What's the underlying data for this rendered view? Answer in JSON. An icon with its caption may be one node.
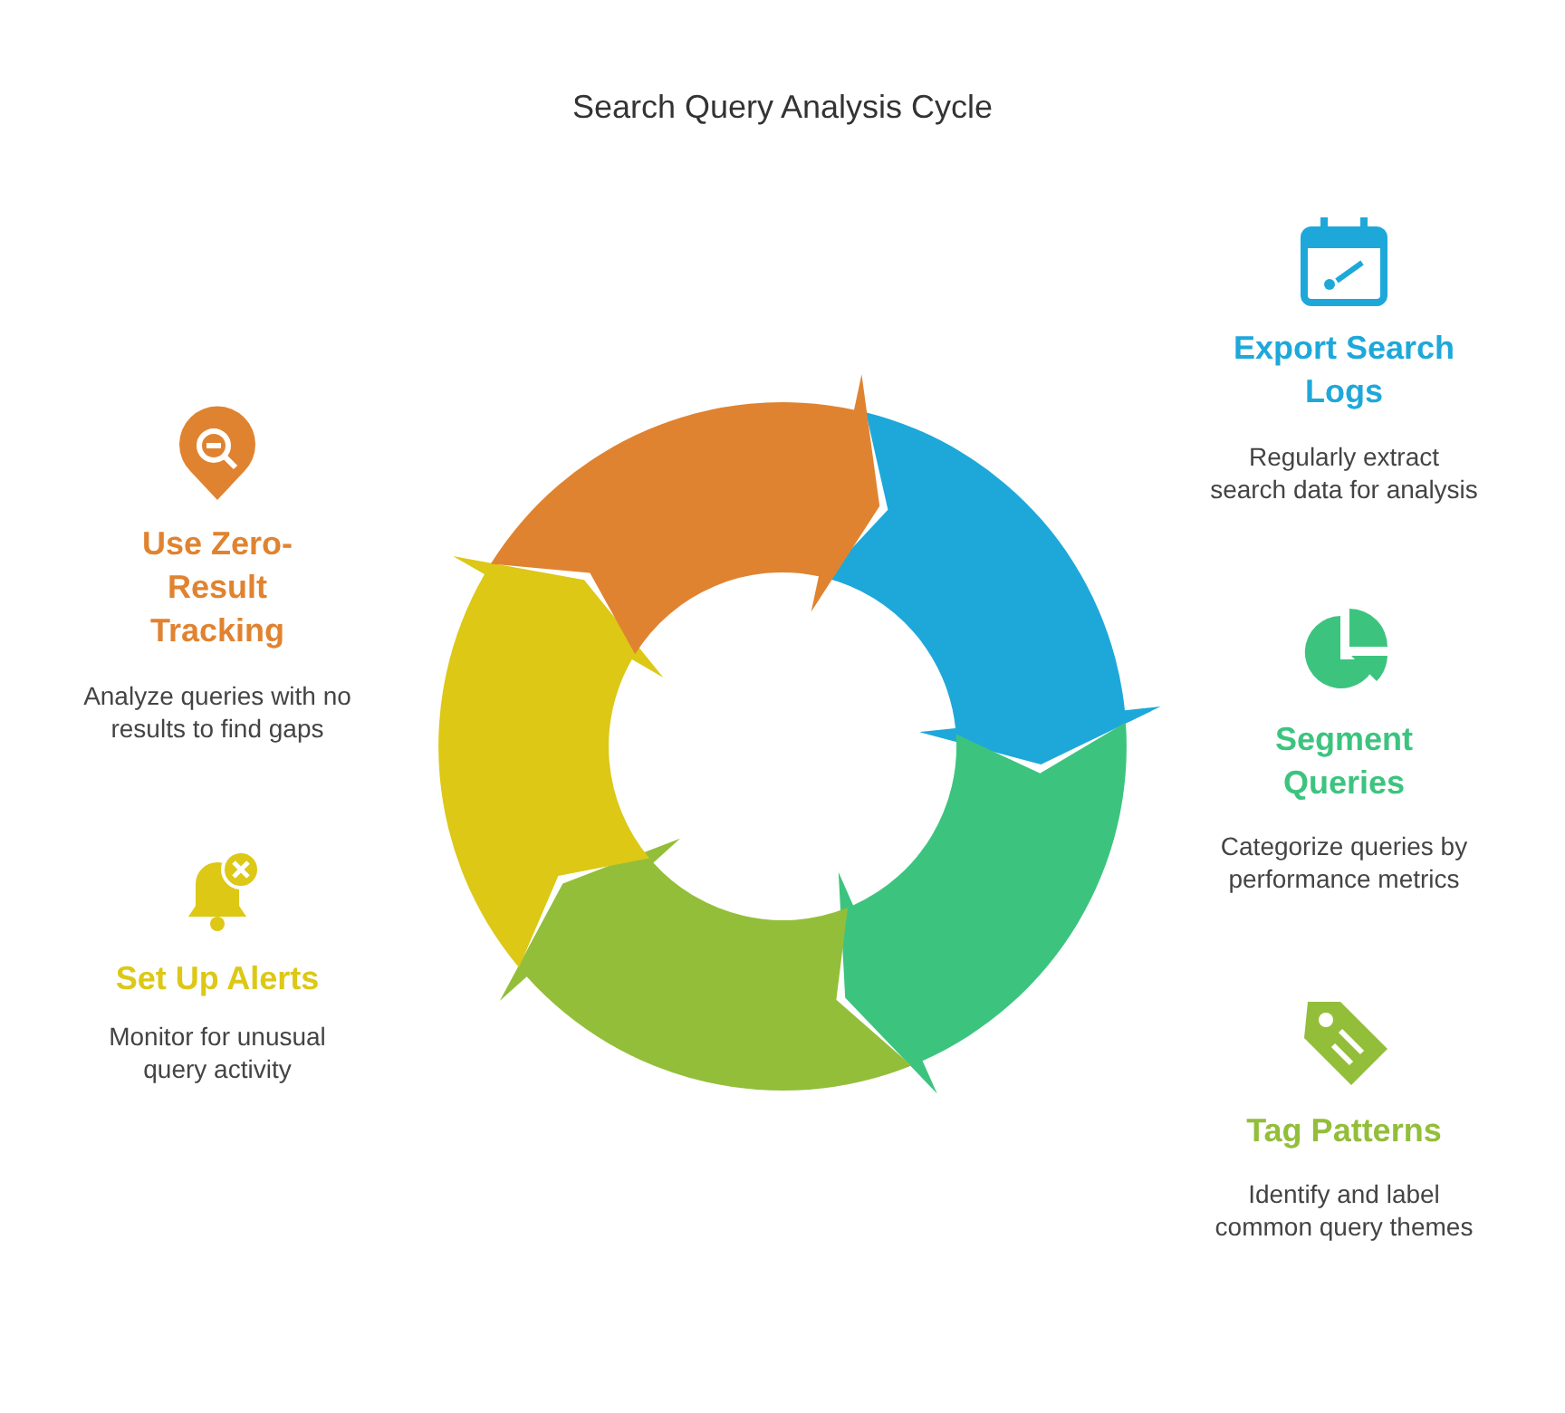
{
  "diagram": {
    "title": "Search Query Analysis Cycle",
    "labels": [
      "Export Search Logs",
      "Regularly extract search data for analysis",
      "Use Zero-Result Tracking",
      "Analyze queries with no results to find gaps",
      "Segment Queries",
      "Categorize queries by performance metrics",
      "Set Up Alerts",
      "Monitor for unusual query activity",
      "Tag Patterns",
      "Identify and label common query themes"
    ]
  }
}
